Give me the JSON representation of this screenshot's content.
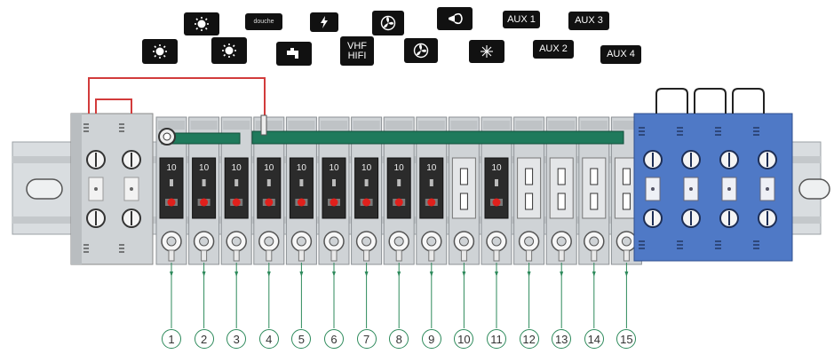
{
  "labels_top_row": [
    {
      "id": "light-1",
      "kind": "icon",
      "icon": "light-icon"
    },
    {
      "id": "douche",
      "kind": "text",
      "text": "douche",
      "small": true
    },
    {
      "id": "lightning",
      "kind": "icon",
      "icon": "lightning-icon"
    },
    {
      "id": "fan-1",
      "kind": "icon",
      "icon": "fan-icon"
    },
    {
      "id": "horn",
      "kind": "icon",
      "icon": "horn-icon"
    },
    {
      "id": "aux1",
      "kind": "text",
      "text": "AUX 1"
    },
    {
      "id": "aux3",
      "kind": "text",
      "text": "AUX 3"
    }
  ],
  "labels_bottom_row": [
    {
      "id": "light-2",
      "kind": "icon",
      "icon": "light-icon"
    },
    {
      "id": "light-3",
      "kind": "icon",
      "icon": "light-icon"
    },
    {
      "id": "tap",
      "kind": "icon",
      "icon": "water-tap-icon"
    },
    {
      "id": "vhf",
      "kind": "text",
      "text": "VHF\nHIFI"
    },
    {
      "id": "fan-2",
      "kind": "icon",
      "icon": "fan-icon"
    },
    {
      "id": "snow",
      "kind": "icon",
      "icon": "snowflake-icon"
    },
    {
      "id": "aux2",
      "kind": "text",
      "text": "AUX 2"
    },
    {
      "id": "aux4",
      "kind": "text",
      "text": "AUX 4"
    }
  ],
  "modules": [
    {
      "num": "1",
      "type": "fuse",
      "rating": "10"
    },
    {
      "num": "2",
      "type": "fuse",
      "rating": "10"
    },
    {
      "num": "3",
      "type": "fuse",
      "rating": "10"
    },
    {
      "num": "4",
      "type": "fuse",
      "rating": "10"
    },
    {
      "num": "5",
      "type": "fuse",
      "rating": "10"
    },
    {
      "num": "6",
      "type": "fuse",
      "rating": "10"
    },
    {
      "num": "7",
      "type": "fuse",
      "rating": "10"
    },
    {
      "num": "8",
      "type": "fuse",
      "rating": "10"
    },
    {
      "num": "9",
      "type": "fuse",
      "rating": "10"
    },
    {
      "num": "10",
      "type": "empty",
      "rating": ""
    },
    {
      "num": "11",
      "type": "fuse",
      "rating": "10"
    },
    {
      "num": "12",
      "type": "empty",
      "rating": ""
    },
    {
      "num": "13",
      "type": "empty",
      "rating": ""
    },
    {
      "num": "14",
      "type": "empty",
      "rating": ""
    },
    {
      "num": "15",
      "type": "empty",
      "rating": ""
    }
  ],
  "colors": {
    "rail": "#d9dde0",
    "module": "#cfd3d6",
    "fuse_body": "#2b2b2b",
    "fuse_led": "#e0201c",
    "busbar": "#1f7a5c",
    "jumper_wire": "#d23b3b",
    "blue_block": "#4f79c6",
    "wire": "#2d8a5b"
  }
}
